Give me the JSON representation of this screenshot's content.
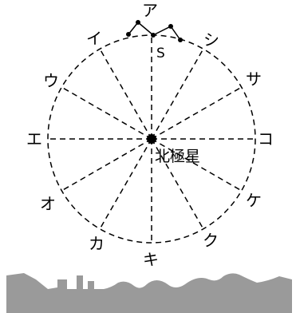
{
  "diagram": {
    "pole_star_label": "北極星",
    "constellation_point_label": "S",
    "direction_labels": [
      "ア",
      "イ",
      "ウ",
      "エ",
      "オ",
      "カ",
      "キ",
      "ク",
      "ケ",
      "コ",
      "サ",
      "シ"
    ],
    "colors": {
      "line": "#000000",
      "background": "#ffffff",
      "horizon": "#9a9a9a"
    }
  }
}
